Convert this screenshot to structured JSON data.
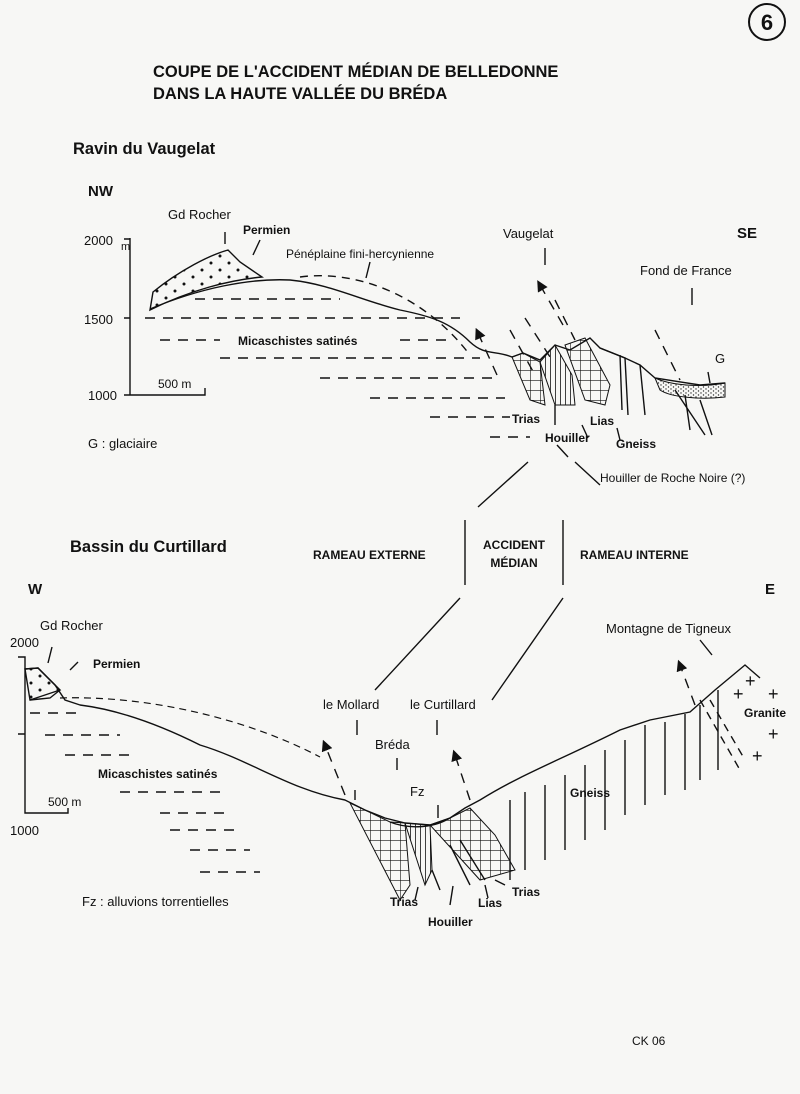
{
  "page_number": "6",
  "title_line1": "COUPE DE L'ACCIDENT MÉDIAN DE BELLEDONNE",
  "title_line2": "DANS LA HAUTE VALLÉE DU BRÉDA",
  "section1": {
    "title": "Ravin du Vaugelat",
    "dir_left": "NW",
    "dir_right": "SE",
    "unit": "m",
    "ticks": [
      "2000",
      "1500",
      "1000"
    ],
    "scale": "500 m",
    "labels": {
      "gd_rocher": "Gd Rocher",
      "permien": "Permien",
      "peneplaine": "Pénéplaine fini-hercynienne",
      "vaugelat": "Vaugelat",
      "fond_de_france": "Fond de France",
      "micaschistes": "Micaschistes satinés",
      "g": "G",
      "trias": "Trias",
      "lias": "Lias",
      "houiller": "Houiller",
      "gneiss": "Gneiss",
      "houiller_roche_noire": "Houiller de Roche Noire  (?)"
    },
    "legend": "G : glaciaire"
  },
  "middle": {
    "rameau_externe": "RAMEAU EXTERNE",
    "accident_line1": "ACCIDENT",
    "accident_line2": "MÉDIAN",
    "rameau_interne": "RAMEAU INTERNE"
  },
  "section2": {
    "title": "Bassin du Curtillard",
    "dir_left": "W",
    "dir_right": "E",
    "ticks": [
      "2000",
      "1000"
    ],
    "scale": "500 m",
    "labels": {
      "gd_rocher": "Gd Rocher",
      "permien": "Permien",
      "montagne": "Montagne de Tigneux",
      "mollard": "le Mollard",
      "curtillard": "le Curtillard",
      "breda": "Bréda",
      "granite": "Granite",
      "micaschistes": "Micaschistes satinés",
      "fz": "Fz",
      "gneiss": "Gneiss",
      "trias1": "Trias",
      "lias": "Lias",
      "trias2": "Trias",
      "houiller": "Houiller"
    },
    "legend": "Fz : alluvions torrentielles"
  },
  "footer_code": "CK 06"
}
